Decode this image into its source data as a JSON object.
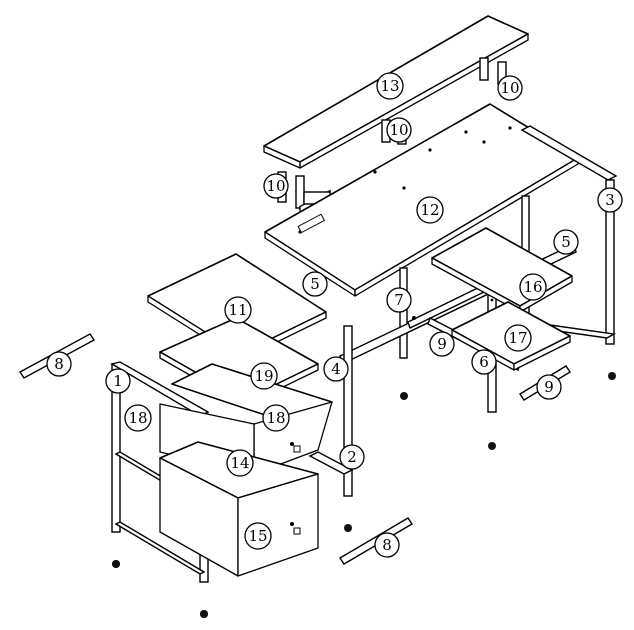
{
  "diagram": {
    "kind": "exploded-assembly",
    "part_labels": [
      "1",
      "2",
      "3",
      "4",
      "5",
      "5",
      "6",
      "7",
      "8",
      "8",
      "9",
      "9",
      "10",
      "10",
      "10",
      "11",
      "12",
      "13",
      "14",
      "15",
      "16",
      "17",
      "18",
      "18",
      "19"
    ]
  }
}
